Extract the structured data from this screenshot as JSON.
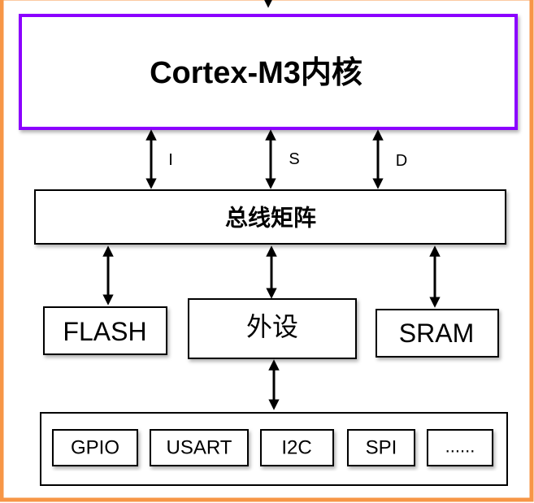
{
  "colors": {
    "frame": "#f79646",
    "core_border": "#8b00ff",
    "line": "#000000"
  },
  "core": {
    "label": "Cortex-M3内核"
  },
  "buses": [
    {
      "label": "I"
    },
    {
      "label": "S"
    },
    {
      "label": "D"
    }
  ],
  "bus_matrix": {
    "label": "总线矩阵"
  },
  "memory": {
    "flash": "FLASH",
    "peripherals": "外设",
    "sram": "SRAM"
  },
  "peripheral_list": [
    {
      "label": "GPIO"
    },
    {
      "label": "USART"
    },
    {
      "label": "I2C"
    },
    {
      "label": "SPI"
    },
    {
      "label": "......"
    }
  ]
}
